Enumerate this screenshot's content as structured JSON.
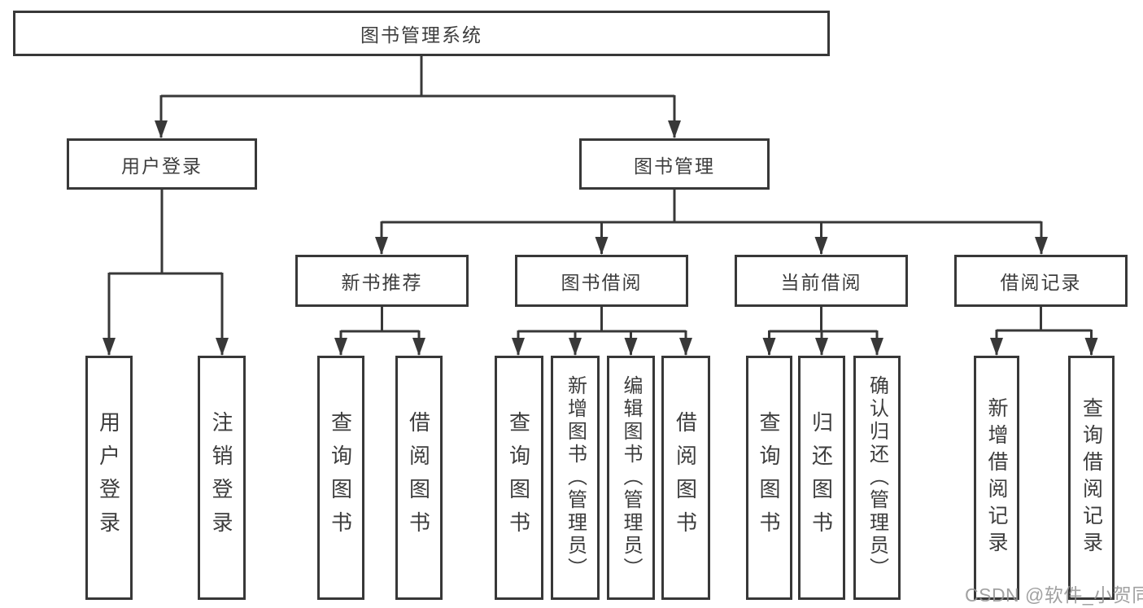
{
  "diagram": {
    "title": "图书管理系统",
    "branches": [
      {
        "label": "用户登录",
        "children": [
          {
            "label": "用户登录"
          },
          {
            "label": "注销登录"
          }
        ]
      },
      {
        "label": "图书管理",
        "children": [
          {
            "label": "新书推荐",
            "children": [
              {
                "label": "查询图书"
              },
              {
                "label": "借阅图书"
              }
            ]
          },
          {
            "label": "图书借阅",
            "children": [
              {
                "label": "查询图书"
              },
              {
                "label": "新增图书（管理员）"
              },
              {
                "label": "编辑图书（管理员）"
              },
              {
                "label": "借阅图书"
              }
            ]
          },
          {
            "label": "当前借阅",
            "children": [
              {
                "label": "查询图书"
              },
              {
                "label": "归还图书"
              },
              {
                "label": "确认归还（管理员）"
              }
            ]
          },
          {
            "label": "借阅记录",
            "children": [
              {
                "label": "新增借阅记录"
              },
              {
                "label": "查询借阅记录"
              }
            ]
          }
        ]
      }
    ]
  },
  "watermark": {
    "text": "CSDN @软件_小贺同学"
  },
  "colors": {
    "line": "#383838",
    "box_border": "#383838",
    "text": "#3d3d3d",
    "background": "#ffffff",
    "watermark": "#949494"
  }
}
